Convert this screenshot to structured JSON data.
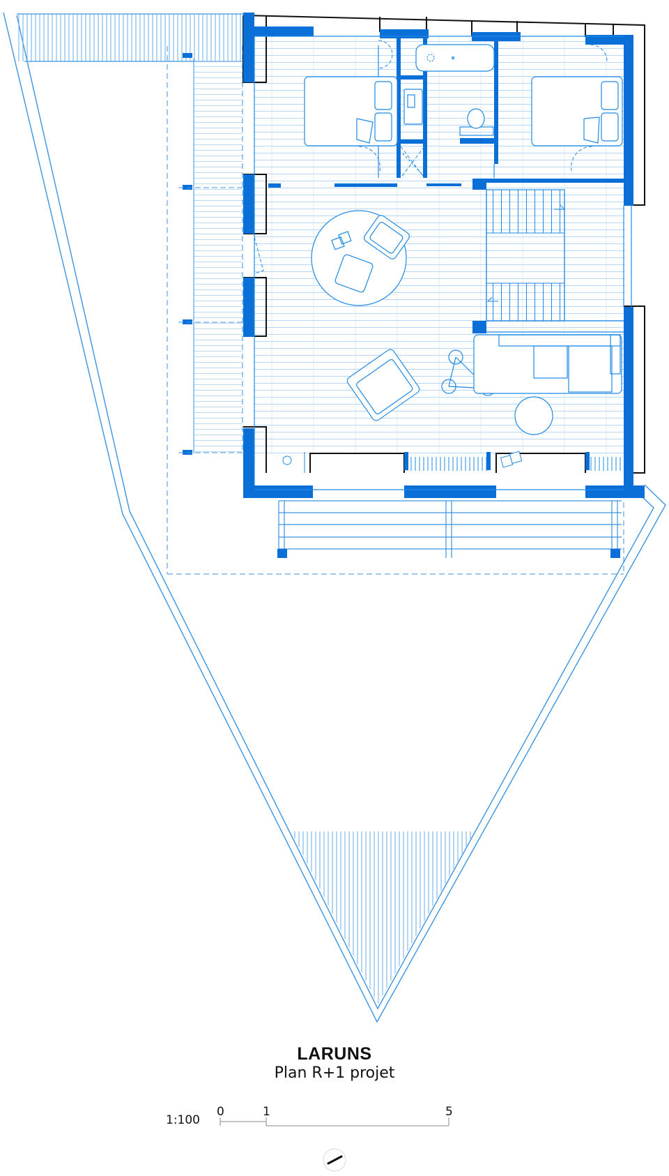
{
  "title": "LARUNS",
  "subtitle": "Plan R+1 projet",
  "scale": {
    "ratio": "1:100",
    "ticks": [
      "0",
      "1",
      "5"
    ]
  },
  "colors": {
    "wall": "#0a6fd6",
    "line": "#1e88e5",
    "light_line": "#7bb8ec",
    "outline": "#111111"
  },
  "icons": [
    "north-arrow-icon"
  ]
}
